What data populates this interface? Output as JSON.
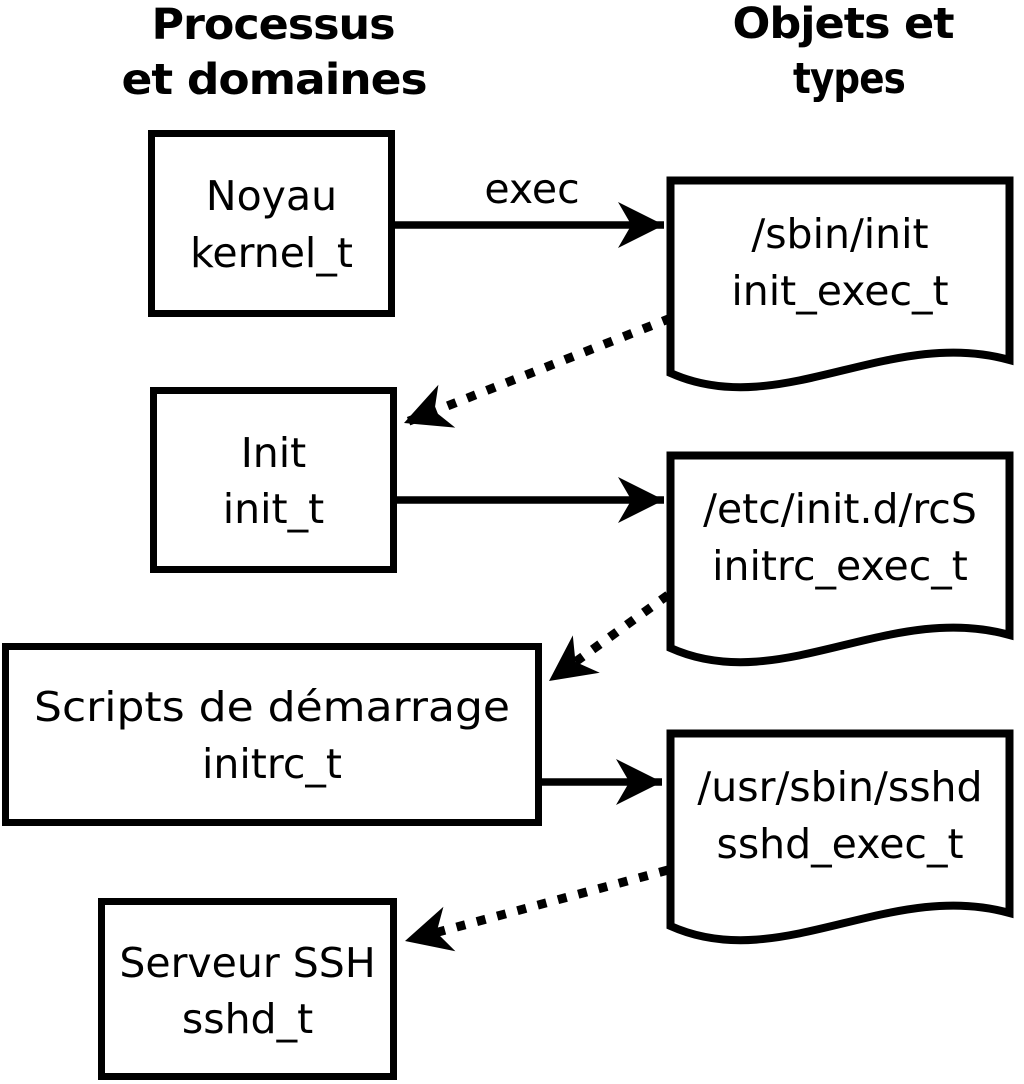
{
  "columns": {
    "processes": {
      "line1": "Processus",
      "line2": "et domaines"
    },
    "objects": {
      "line1": "Objets et",
      "line2": "types"
    }
  },
  "process_boxes": [
    {
      "label": "Noyau",
      "selinux_type": "kernel_t"
    },
    {
      "label": "Init",
      "selinux_type": "init_t"
    },
    {
      "label": "Scripts de démarrage",
      "selinux_type": "initrc_t"
    },
    {
      "label": "Serveur SSH",
      "selinux_type": "sshd_t"
    }
  ],
  "object_docs": [
    {
      "path": "/sbin/init",
      "selinux_type": "init_exec_t"
    },
    {
      "path": "/etc/init.d/rcS",
      "selinux_type": "initrc_exec_t"
    },
    {
      "path": "/usr/sbin/sshd",
      "selinux_type": "sshd_exec_t"
    }
  ],
  "edges": {
    "exec_label": "exec"
  },
  "colors": {
    "foreground": "#000000",
    "background": "#ffffff"
  }
}
